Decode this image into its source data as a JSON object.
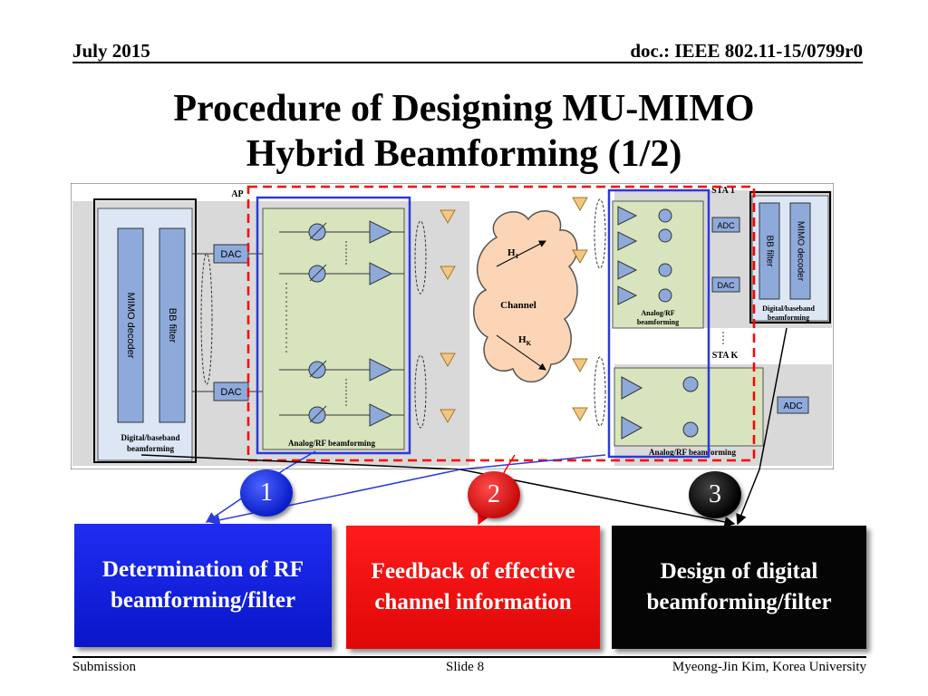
{
  "header": {
    "date": "July 2015",
    "doc": "doc.: IEEE 802.11-15/0799r0"
  },
  "title": {
    "line1": "Procedure of Designing MU-MIMO",
    "line2": "Hybrid Beamforming (1/2)"
  },
  "diagram": {
    "ap_label": "AP",
    "sta1_label": "STA 1",
    "stak_label": "STA K",
    "dac": "DAC",
    "adc": "ADC",
    "mimo_decoder": "MIMO decoder",
    "bb_filter": "BB filter",
    "ap_digital_line1": "Digital/baseband",
    "ap_digital_line2": "beamforming",
    "ap_analog": "Analog/RF beamforming",
    "channel": "Channel",
    "h1": "H",
    "h1_sub": "1",
    "hk": "H",
    "hk_sub": "K",
    "sta1_analog_line1": "Analog/RF",
    "sta1_analog_line2": "beamforming",
    "sta1_digital_line1": "Digital/baseband",
    "sta1_digital_line2": "beamforming",
    "stak_analog": "Analog/RF beamforming",
    "colors": {
      "bg": "#d9d9d9",
      "green": "#d7e4bd",
      "blue_block": "#8eaadb",
      "blue_pale": "#dde6f5",
      "red_dash": "#ff0000",
      "blue_frame": "#2b3bd9"
    }
  },
  "steps": [
    {
      "num": "1",
      "text_line1": "Determination of RF",
      "text_line2": "beamforming/filter",
      "color": "#1a26e6"
    },
    {
      "num": "2",
      "text_line1": "Feedback of effective",
      "text_line2": "channel information",
      "color": "#ff0000"
    },
    {
      "num": "3",
      "text_line1": "Design of digital",
      "text_line2": "beamforming/filter",
      "color": "#000000"
    }
  ],
  "footer": {
    "left": "Submission",
    "center": "Slide 8",
    "right": "Myeong-Jin Kim, Korea University"
  }
}
